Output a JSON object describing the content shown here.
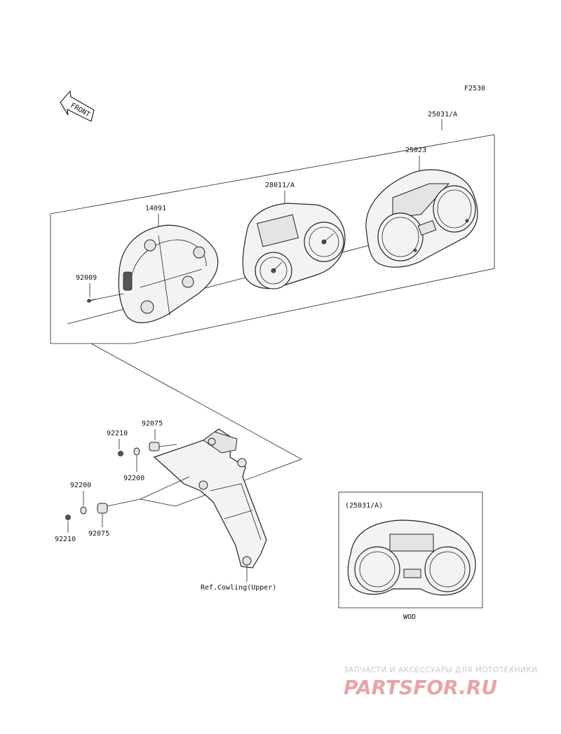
{
  "figure_code": "F2530",
  "front_label": "FRONT",
  "callouts": {
    "assembly": "25031/A",
    "case": "25023",
    "meter": "28011/A",
    "cover": "14091",
    "screw": "92009",
    "bracket_collar_upper": "92075",
    "nut_upper": "92210",
    "washer_upper": "92200",
    "washer_lower": "92200",
    "collar_lower": "92075",
    "nut_lower": "92210",
    "ref_note": "Ref.Cowling(Upper)"
  },
  "inset": {
    "title": "(25031/A)",
    "caption": "WOD"
  },
  "watermark": {
    "tagline": "ЗАПЧАСТИ И АКСЕССУАРЫ ДЛЯ МОТОТЕХНИКИ",
    "logo_text": "PARTSFOR.RU",
    "color": "#e9a3a8"
  }
}
